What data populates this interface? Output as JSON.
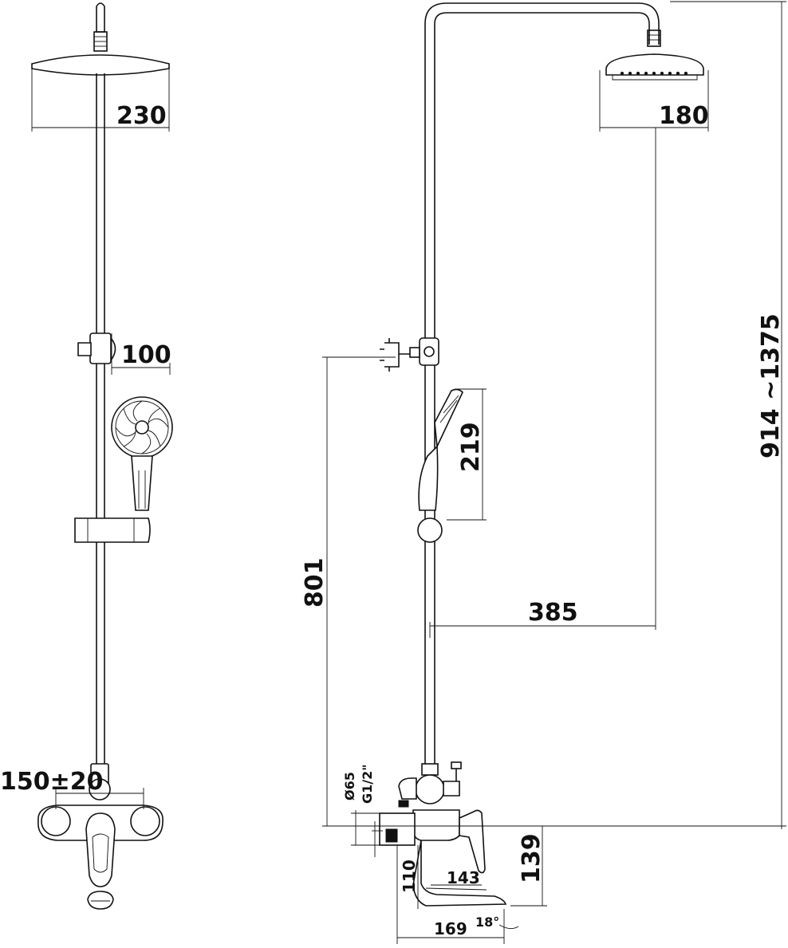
{
  "dimensions": {
    "head_width_large": "230",
    "hand_shower_width": "100",
    "mixer_center_distance": "150±20",
    "head_width_small": "180",
    "total_height": "914 ~1375",
    "handle_height": "801",
    "hand_shower_length": "219",
    "arm_reach": "385",
    "outlet_diameter": "Ø65",
    "thread_size": "G1/2\"",
    "mixer_height": "110",
    "spout_length": "143",
    "spout_height": "139",
    "spout_reach": "169",
    "spout_angle": "18°"
  }
}
